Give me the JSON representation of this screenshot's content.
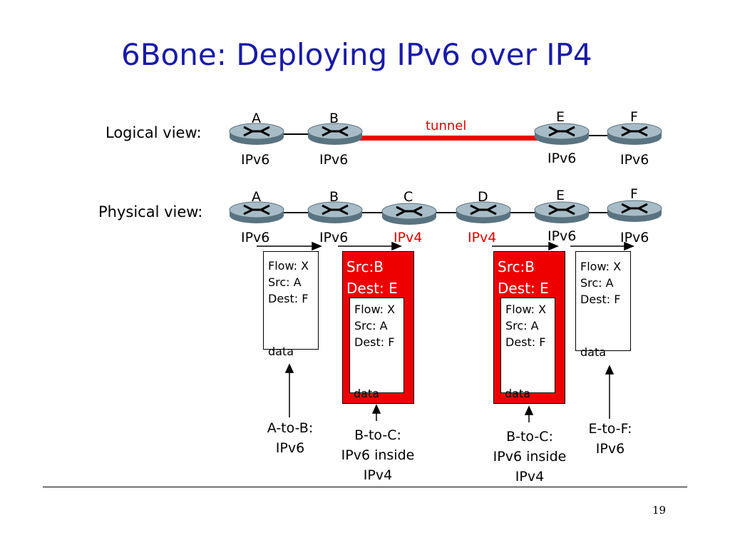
{
  "slide": {
    "title": "6Bone: Deploying IPv6 over IP4",
    "page_number": "19"
  },
  "logical": {
    "label": "Logical view:",
    "tunnel_label": "tunnel",
    "routers": [
      {
        "name": "A",
        "proto": "IPv6"
      },
      {
        "name": "B",
        "proto": "IPv6"
      },
      {
        "name": "E",
        "proto": "IPv6"
      },
      {
        "name": "F",
        "proto": "IPv6"
      }
    ]
  },
  "physical": {
    "label": "Physical view:",
    "routers": [
      {
        "name": "A",
        "proto": "IPv6"
      },
      {
        "name": "B",
        "proto": "IPv6"
      },
      {
        "name": "C",
        "proto": "IPv4"
      },
      {
        "name": "D",
        "proto": "IPv4"
      },
      {
        "name": "E",
        "proto": "IPv6"
      },
      {
        "name": "F",
        "proto": "IPv6"
      }
    ]
  },
  "packets": {
    "ipv6_header": "Flow: X\nSrc: A\nDest: F",
    "ipv4_header": "Src:B\nDest: E",
    "payload": "data"
  },
  "captions": {
    "a_to_b": "A-to-B:\nIPv6",
    "b_to_c_1": "B-to-C:\nIPv6 inside\nIPv4",
    "b_to_c_2": "B-to-C:\nIPv6 inside\nIPv4",
    "e_to_f": "E-to-F:\nIPv6"
  },
  "colors": {
    "title": "#1a1aa8",
    "tunnel": "#ee0000",
    "ipv4": "#e00000"
  }
}
